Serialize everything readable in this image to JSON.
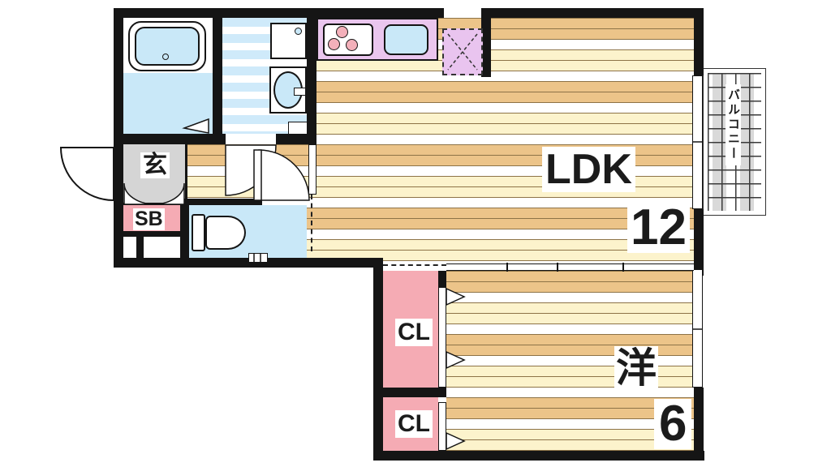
{
  "plan_title": "apartment-floor-plan",
  "rooms": {
    "ldk": {
      "label": "LDK",
      "size": "12"
    },
    "western": {
      "label": "洋",
      "size": "6"
    },
    "balcony": {
      "label": "バルコニー"
    },
    "entrance": {
      "label": "玄"
    },
    "shoe_box": {
      "label": "SB"
    },
    "closet_upper": {
      "label": "CL"
    },
    "closet_lower": {
      "label": "CL"
    }
  },
  "fixtures": [
    "bathtub-icon",
    "bath-folding-door-icon",
    "washing-machine-icon",
    "vanity-sink-icon",
    "toilet-icon",
    "gas-stove-icon",
    "kitchen-sink-icon",
    "refrigerator-space",
    "entrance-door-swing",
    "ldk-door-swing",
    "closet-folding-door",
    "sliding-window",
    "sliding-partition"
  ],
  "colors": {
    "wall": "#151515",
    "water_blue": "#c9e8f8",
    "stripe_blue": "#cfeafa",
    "pink": "#f5abb4",
    "kitchen_purple": "#eac6ee",
    "entrance_gray": "#d5d5d5",
    "wood_tan": "#ecc489",
    "wood_cream": "#fcf3cc",
    "balcony_gray": "#d9d9d9"
  }
}
